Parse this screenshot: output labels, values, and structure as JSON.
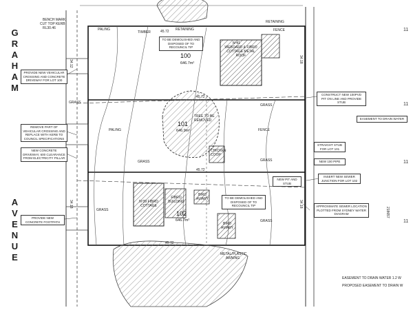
{
  "streets": {
    "graham": "GRAHAM",
    "avenue": "AVENUE"
  },
  "lots": [
    {
      "number": "100",
      "area": "646.7m²"
    },
    {
      "number": "101",
      "area": "646.9m²"
    },
    {
      "number": "102",
      "area": "646.7m²"
    }
  ],
  "labels": {
    "bench_mark": "BENCH MARK",
    "cut_top_kerb": "CUT TOP KERB",
    "rl": "RL30.46",
    "paling": "PALING",
    "timber": "TIMBER",
    "retaining": "RETAINING",
    "fence": "FENCE",
    "grass": "GRASS",
    "cottage_100": "WEBOARD & FIBRO COTTAGE METAL ROOF",
    "cottage_100_no": "Nº41",
    "cottage_102": "Nº39 FIBRO COTTAGE",
    "fibro_building": "FIBRO BUILDING",
    "bird_aviary_1": "BIRD AVIARY",
    "bird_aviary_2": "BIRD AVIARY",
    "chicken_coop": "CHICKEN COOP",
    "dim_4572": "45.72",
    "dim_3412": "34.12",
    "dim_3418": "34.18",
    "lot_ref": "218657",
    "metal_plastic_awning": "METAL/PLASTIC AWNING",
    "tree_removed": "TREE TO BE REMOVED"
  },
  "notes": {
    "demolish_1": "TO BE DEMOLISHED AND DISPOSED OF TO RECOUNCIL TIP",
    "demolish_2": "TO BE DEMOLISHED AND DISPOSED OF TO RECOUNCIL TIP",
    "vehicular_1": "PROVIDE NEW VEHICULAR CROSSING AND CONCRETE DRIVEWAY FOR LOT 100",
    "vehicular_2": "REMOVE PART OF VEHICULAR CROSSING AND REPLACE WITH KERB TO COUNCIL SPECIFICATIONS",
    "driveway": "NEW CONCRETE DRIVEWAY, 600 CLEARANCE FROM ELECTRICITY PILLAR",
    "concrete_footpath": "PROVIDE NEW CONCRETE FOOTPATH",
    "sewer_stub": "CONSTRUCT NEW 100PVD PIT ON LINE AND PROVIDE STUB",
    "easement": "EASEMENT TO DRAIN WATER",
    "stub_lot": "STRAIGHT STUB FOR LOT 101",
    "new_pipe": "NEW 100 PIPE",
    "new_pit": "NEW PIT AND STUB",
    "sewer_junction": "INSERT NEW SEWER JUNCTION FOR LOT 102",
    "sewer_location": "APPROXIMATE SEWER LOCATION PLOTTED FROM SYDNEY WATER DIAGRAM"
  },
  "legend": {
    "a": "EASEMENT TO DRAIN WATER 1.2 W",
    "b": "PROPOSED EASEMENT TO DRAIN W"
  },
  "margin_marks": [
    "11",
    "11",
    "11",
    "11"
  ]
}
